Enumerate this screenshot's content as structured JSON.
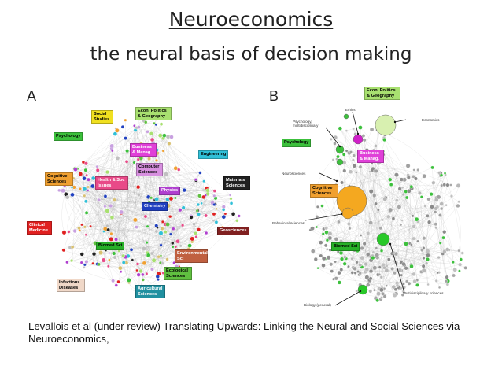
{
  "header": {
    "title": "Neuroeconomics",
    "subtitle": "the neural basis of decision making"
  },
  "panel_a": {
    "letter": "A",
    "labels": [
      {
        "id": "social",
        "text": "Social Studies",
        "bg": "#f0e020",
        "fg": "#000"
      },
      {
        "id": "econ",
        "text": "Econ, Politics & Geography",
        "bg": "#a8e070",
        "fg": "#000"
      },
      {
        "id": "psych",
        "text": "Psychology",
        "bg": "#3cc03c",
        "fg": "#000"
      },
      {
        "id": "business",
        "text": "Business & Manag.",
        "bg": "#e040d8",
        "fg": "#fff"
      },
      {
        "id": "engineering",
        "text": "Engineering",
        "bg": "#30c0d8",
        "fg": "#000"
      },
      {
        "id": "compsci",
        "text": "Computer Sciences",
        "bg": "#d890e0",
        "fg": "#000"
      },
      {
        "id": "cognitive",
        "text": "Cognitive Sciences",
        "bg": "#f0a030",
        "fg": "#000"
      },
      {
        "id": "health",
        "text": "Health & Soc Issues",
        "bg": "#e84a88",
        "fg": "#fff"
      },
      {
        "id": "materials",
        "text": "Materials Sciences",
        "bg": "#202020",
        "fg": "#fff"
      },
      {
        "id": "physics",
        "text": "Physics",
        "bg": "#b040d0",
        "fg": "#fff"
      },
      {
        "id": "chemistry",
        "text": "Chemistry",
        "bg": "#2040c0",
        "fg": "#fff"
      },
      {
        "id": "clinical",
        "text": "Clinical Medicine",
        "bg": "#e02020",
        "fg": "#fff"
      },
      {
        "id": "geosciences",
        "text": "Geosciences",
        "bg": "#802020",
        "fg": "#fff"
      },
      {
        "id": "biomed",
        "text": "Biomed Sci",
        "bg": "#28b028",
        "fg": "#000"
      },
      {
        "id": "environmental",
        "text": "Environmental Sci",
        "bg": "#c06040",
        "fg": "#fff"
      },
      {
        "id": "ecological",
        "text": "Ecological Sciences",
        "bg": "#60c040",
        "fg": "#000"
      },
      {
        "id": "agricultural",
        "text": "Agricultural Sciences",
        "bg": "#2090a0",
        "fg": "#fff"
      },
      {
        "id": "infectious",
        "text": "Infectious Diseases",
        "bg": "#f0d8c8",
        "fg": "#000"
      }
    ]
  },
  "panel_b": {
    "letter": "B",
    "labels": [
      {
        "id": "econ",
        "text": "Econ, Politics & Geography",
        "bg": "#a8e070",
        "fg": "#000"
      },
      {
        "id": "psych",
        "text": "Psychology",
        "bg": "#3cc03c",
        "fg": "#000"
      },
      {
        "id": "business",
        "text": "Business & Manag.",
        "bg": "#e040d8",
        "fg": "#fff"
      },
      {
        "id": "cognitive",
        "text": "Cognitive Sciences",
        "bg": "#f0a030",
        "fg": "#000"
      },
      {
        "id": "biomed",
        "text": "Biomed Sci",
        "bg": "#28b028",
        "fg": "#000"
      }
    ],
    "annotations": [
      {
        "id": "ethics",
        "text": "Ethics"
      },
      {
        "id": "economics",
        "text": "Economics"
      },
      {
        "id": "psych_multi",
        "text": "Psychology, multidisciplinary"
      },
      {
        "id": "neurosciences",
        "text": "Neurosciences"
      },
      {
        "id": "behavioral",
        "text": "Behavioral sciences"
      },
      {
        "id": "multidisciplinary",
        "text": "Multidisciplinary sciences"
      },
      {
        "id": "biology",
        "text": "Biology (general)"
      }
    ]
  },
  "caption": {
    "text": "Levallois et al (under review) Translating Upwards: Linking the Neural and Social Sciences via Neuroeconomics,"
  }
}
